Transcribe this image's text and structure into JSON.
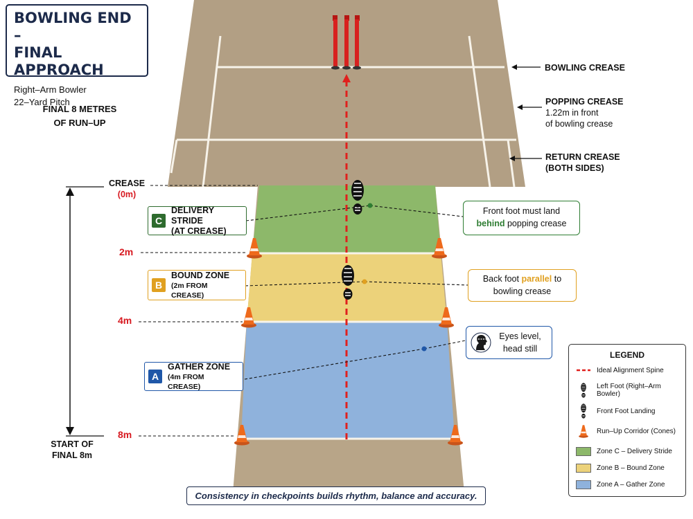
{
  "title": {
    "line1": "BOWLING END –",
    "line2": "FINAL APPROACH",
    "sub1": "Right–Arm Bowler",
    "sub2": "22–Yard Pitch"
  },
  "section_heading": {
    "line1": "FINAL 8 METRES",
    "line2": "OF RUN–UP"
  },
  "pitch_labels": {
    "bowling_crease": "BOWLING CREASE",
    "popping_crease": {
      "title": "POPPING CREASE",
      "line1": "1.22m in front",
      "line2": "of bowling crease"
    },
    "return_crease": {
      "line1": "RETURN CREASE",
      "line2": "(BOTH SIDES)"
    }
  },
  "markers": {
    "crease": "CREASE",
    "crease_zero": "(0m)",
    "m2": "2m",
    "m4": "4m",
    "m8": "8m",
    "start_line1": "START OF",
    "start_line2": "FINAL 8m"
  },
  "zones": {
    "c": {
      "badge": "C",
      "name": "DELIVERY STRIDE",
      "sub": "(AT CREASE)",
      "color": "#2e6b2e",
      "fill": "#8db86a"
    },
    "b": {
      "badge": "B",
      "name": "BOUND ZONE",
      "sub": "(2m FROM CREASE)",
      "color": "#e0a020",
      "fill": "#ecd27a"
    },
    "a": {
      "badge": "A",
      "name": "GATHER ZONE",
      "sub": "(4m FROM CREASE)",
      "color": "#1f57a8",
      "fill": "#8fb2dc"
    }
  },
  "callouts": {
    "front_foot": {
      "pre": "Front foot must land",
      "highlight": "behind",
      "post": "popping crease",
      "color": "#2e7d32"
    },
    "back_foot": {
      "pre": "Back foot",
      "highlight": "parallel",
      "post": "to",
      "line2": "bowling crease",
      "color": "#e0a020"
    },
    "eyes": {
      "line1": "Eyes level,",
      "line2": "head still",
      "color": "#1f57a8"
    }
  },
  "legend": {
    "title": "LEGEND",
    "items": [
      {
        "label": "Ideal Alignment Spine",
        "icon": "dashed-line"
      },
      {
        "label": "Left Foot (Right–Arm Bowler)",
        "icon": "shoe-print-icon"
      },
      {
        "label": "Front Foot Landing",
        "icon": "shoe-print-icon"
      },
      {
        "label": "Run–Up Corridor (Cones)",
        "icon": "cone-icon"
      },
      {
        "label": "Zone C – Delivery Stride",
        "icon": "swatch",
        "color": "#8db86a"
      },
      {
        "label": "Zone B – Bound Zone",
        "icon": "swatch",
        "color": "#ecd27a"
      },
      {
        "label": "Zone A – Gather Zone",
        "icon": "swatch",
        "color": "#8fb2dc"
      }
    ]
  },
  "footer": "Consistency in checkpoints builds rhythm, balance and accuracy.",
  "colors": {
    "pitch": "#b29f84",
    "creases": "#ffffff",
    "stumps": "#d8211f",
    "spine": "#e0201d",
    "cone": "#ee6a1c",
    "navy": "#1c2a4a"
  }
}
